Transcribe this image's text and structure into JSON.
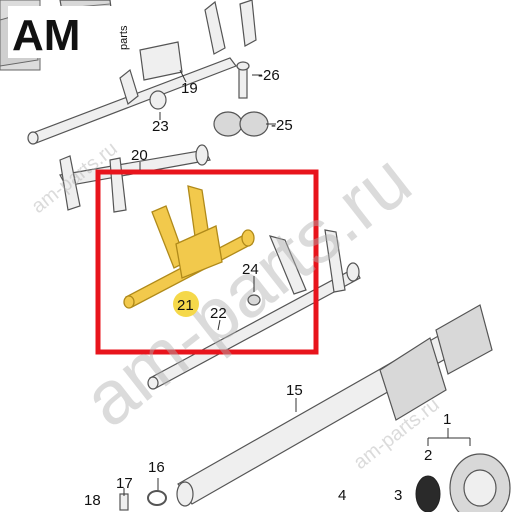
{
  "logo": {
    "main": "AM",
    "sub": "parts"
  },
  "watermark": {
    "big": "am-parts.ru",
    "small1": "am-parts.ru",
    "small2": "am-parts.ru"
  },
  "callouts": {
    "c1": "1",
    "c2": "2",
    "c3": "3",
    "c4": "4",
    "c15": "15",
    "c16": "16",
    "c17": "17",
    "c18": "18",
    "c19": "19",
    "c20": "20",
    "c21": "21",
    "c22": "22",
    "c23": "23",
    "c24": "24",
    "c25": "-25",
    "c26": "-26"
  },
  "colors": {
    "highlight_box": "#e8141c",
    "highlight_part": "#f2c94c",
    "badge": "#f5d84a"
  }
}
